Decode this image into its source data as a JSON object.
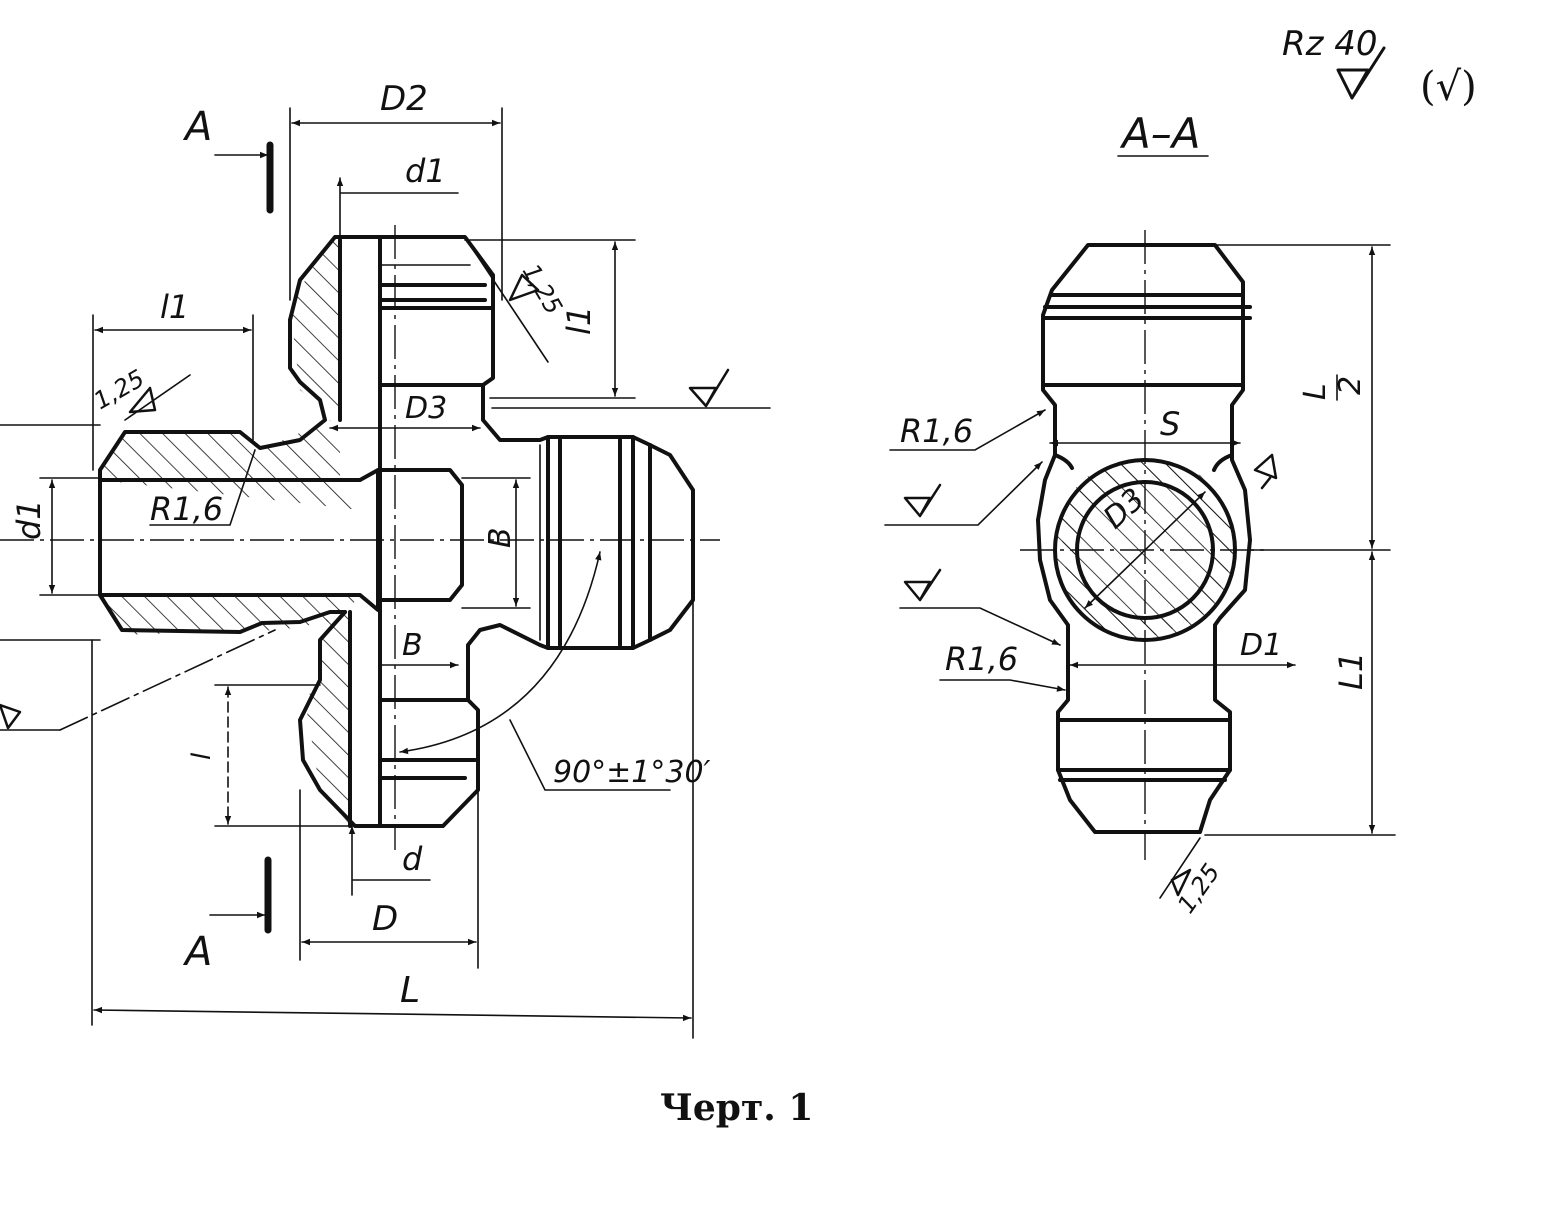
{
  "roughness": {
    "main": "Rz 40",
    "other": "(√)"
  },
  "section": {
    "title": "A–A",
    "cut_label": "A"
  },
  "labels": {
    "D2": "D2",
    "d1": "d1",
    "l1": "l1",
    "L1": "L1",
    "D3": "D3",
    "D": "D",
    "d": "d",
    "L": "L",
    "B": "B",
    "l": "l",
    "S": "S",
    "D1": "D1",
    "L_half_num": "L",
    "L_half_den": "2",
    "R16": "R1,6",
    "roughness125": "1,25",
    "angle": "90°±1°30′"
  },
  "caption": "Черт. 1"
}
